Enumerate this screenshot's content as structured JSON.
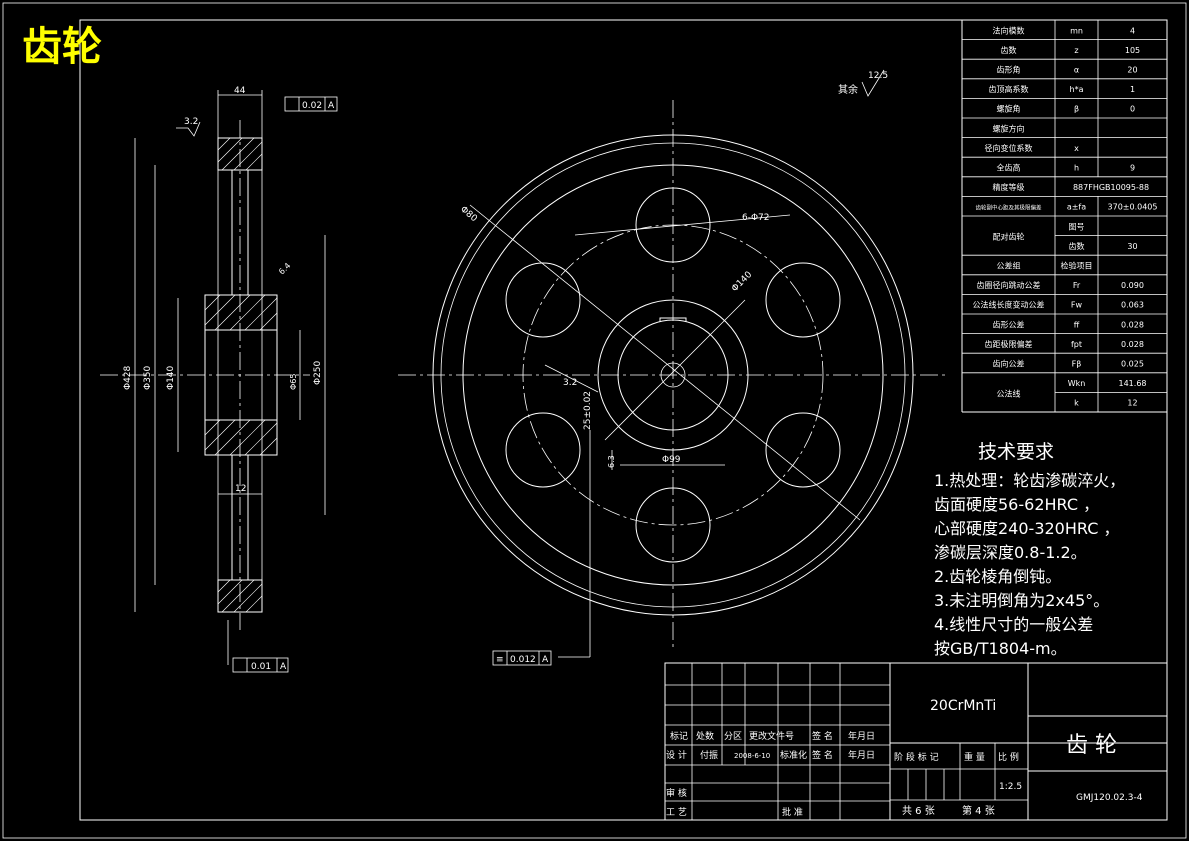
{
  "heading": "齿轮",
  "params": [
    {
      "name": "法向模数",
      "sym": "mn",
      "val": "4"
    },
    {
      "name": "齿数",
      "sym": "z",
      "val": "105"
    },
    {
      "name": "齿形角",
      "sym": "α",
      "val": "20"
    },
    {
      "name": "齿顶高系数",
      "sym": "h*a",
      "val": "1"
    },
    {
      "name": "螺旋角",
      "sym": "β",
      "val": "0"
    },
    {
      "name": "螺旋方向",
      "sym": "",
      "val": ""
    },
    {
      "name": "径向变位系数",
      "sym": "x",
      "val": ""
    },
    {
      "name": "全齿高",
      "sym": "h",
      "val": "9"
    },
    {
      "name": "精度等级",
      "sym": "887FHGB10095-88",
      "val": ""
    },
    {
      "name": "齿轮副中心距及其极限偏差",
      "sym": "a±fa",
      "val": "370±0.0405"
    }
  ],
  "mate": {
    "label": "配对齿轮",
    "r1_name": "图号",
    "r1_val": "",
    "r2_name": "齿数",
    "r2_val": "30"
  },
  "group": {
    "label": "公差组",
    "item": "检验项目"
  },
  "tolerances": [
    {
      "name": "齿圈径向跳动公差",
      "sym": "Fr",
      "val": "0.090"
    },
    {
      "name": "公法线长度变动公差",
      "sym": "Fw",
      "val": "0.063"
    },
    {
      "name": "齿形公差",
      "sym": "ff",
      "val": "0.028"
    },
    {
      "name": "齿距极限偏差",
      "sym": "fpt",
      "val": "0.028"
    },
    {
      "name": "齿向公差",
      "sym": "Fβ",
      "val": "0.025"
    }
  ],
  "common_normal": {
    "label": "公法线",
    "r1_sym": "Wkn",
    "r1_val": "141.68",
    "r2_sym": "k",
    "r2_val": "12"
  },
  "tech": {
    "title": "技术要求",
    "lines": [
      "1.热处理：轮齿渗碳淬火，",
      "齿面硬度56-62HRC ，",
      "心部硬度240-320HRC ，",
      "渗碳层深度0.8-1.2。",
      "2.齿轮棱角倒钝。",
      "3.未注明倒角为2x45°。",
      "4.线性尺寸的一般公差",
      "按GB/T1804-m。"
    ]
  },
  "side_dims": {
    "width_top": "44",
    "rough_top": "3.2",
    "runout_top": "0.02",
    "datum": "A",
    "d1": "Φ428",
    "d2": "Φ350",
    "d3": "Φ140",
    "d4": "Φ65",
    "d5": "Φ250",
    "web": "12",
    "runout_bottom": "0.01",
    "rough_mid": "6.4"
  },
  "front_dims": {
    "rough_all": "12.5",
    "rough_all_label": "其余",
    "d_holes": "Φ80",
    "holes": "6-Φ72",
    "d_hub": "Φ140",
    "key_w": "3.2",
    "key_depth": "25±0.02",
    "key_h": "6.3",
    "bore": "Φ99",
    "flat": "0.012",
    "datum": "A"
  },
  "title_block": {
    "material": "20CrMnTi",
    "part_name": "齿 轮",
    "drawing_no": "GMJ120.02.3-4",
    "row_labels": [
      "标记",
      "处数",
      "分区",
      "更改文件号",
      "签 名",
      "年月日"
    ],
    "design": "设 计",
    "designer": "付振",
    "date": "2008-6-10",
    "std": "标准化",
    "sign": "签 名",
    "ymd": "年月日",
    "review": "审 核",
    "process": "工 艺",
    "approve": "批 准",
    "stage": "阶 段 标 记",
    "weight": "重 量",
    "scale_label": "比 例",
    "scale": "1:2.5",
    "sheets": "共 6 张",
    "sheet_no": "第 4 张"
  }
}
